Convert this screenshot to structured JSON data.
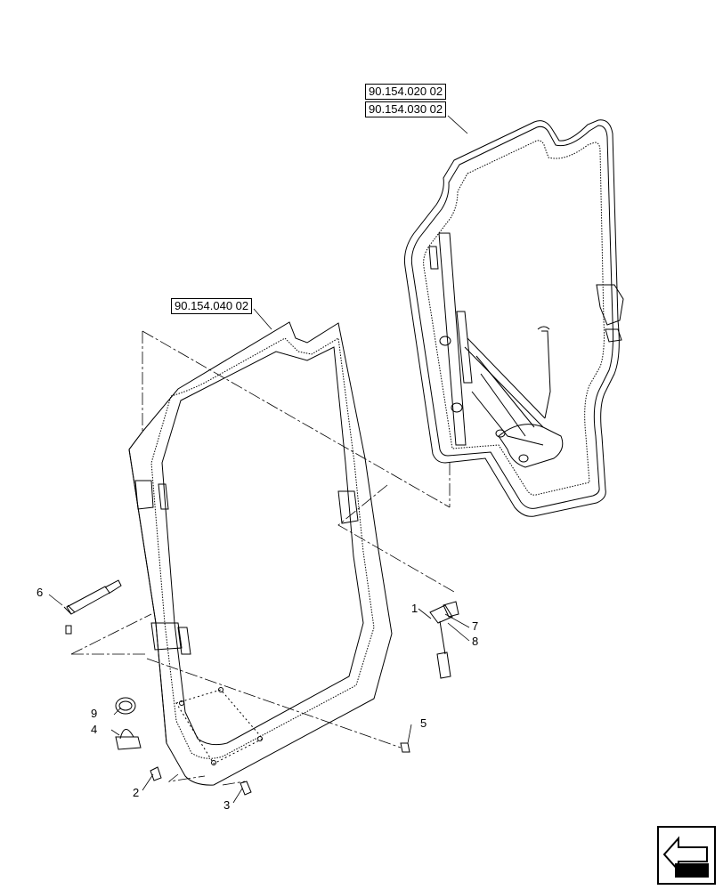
{
  "references": {
    "door_frame_upper_1": "90.154.020 02",
    "door_frame_upper_2": "90.154.030 02",
    "door_panel": "90.154.040 02"
  },
  "callouts": {
    "c1": "1",
    "c2": "2",
    "c3": "3",
    "c4": "4",
    "c5": "5",
    "c6": "6",
    "c7": "7",
    "c8": "8",
    "c9": "9"
  },
  "icons": {
    "nav": "arrow-navigation-icon"
  }
}
